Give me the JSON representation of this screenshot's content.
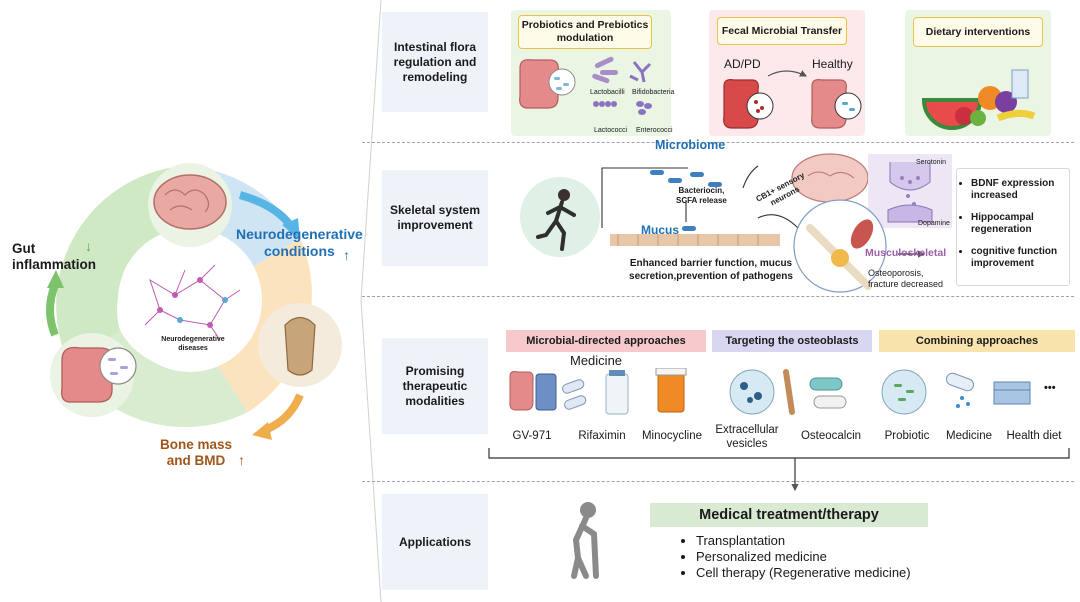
{
  "left_cycle": {
    "gut_inflammation": "Gut\ninflammation",
    "neurodegenerative_conditions": "Neurodegenerative\nconditions",
    "center_label": "Neurodegenerative\ndiseases",
    "bone_mass": "Bone mass\nand BMD"
  },
  "rows": [
    {
      "label": "Intestinal flora regulation and remodeling"
    },
    {
      "label": "Skeletal system improvement"
    },
    {
      "label": "Promising therapeutic modalities"
    },
    {
      "label": "Applications"
    }
  ],
  "row1": {
    "probiotics_title": "Probiotics and Prebiotics modulation",
    "bacteria_labels": [
      "Lactobacilli",
      "Bifidobacteria",
      "Lactococci",
      "Enterococci"
    ],
    "fmt_title": "Fecal Microbial Transfer",
    "ad_pd": "AD/PD",
    "healthy": "Healthy",
    "dietary_title": "Dietary interventions"
  },
  "row2": {
    "microbiome": "Microbiome",
    "bacteriocin": "Bacteriocin,\nSCFA release",
    "cb1": "CB1+ sensory\nneurons",
    "serotonin": "Serotonin",
    "dopamine": "Dopamine",
    "mucus": "Mucus",
    "barrier": "Enhanced barrier function, mucus\nsecretion,prevention of pathogens",
    "musculoskeletal": "Musculoskeletal",
    "osteoporosis": "Osteoporosis,\nfracture decreased",
    "outcomes": [
      "BDNF expression increased",
      "Hippocampal regeneration",
      "cognitive function improvement"
    ]
  },
  "row3": {
    "microbial_header": "Microbial-directed approaches",
    "osteoblast_header": "Targeting the osteoblasts",
    "combining_header": "Combining  approaches",
    "medicine_title": "Medicine",
    "items": [
      "GV-971",
      "Rifaximin",
      "Minocycline",
      "Extracellular\nvesicles",
      "Osteocalcin",
      "Probiotic",
      "Medicine",
      "Health diet"
    ],
    "more": "•••"
  },
  "row4": {
    "title": "Medical treatment/therapy",
    "bullets": [
      "Transplantation",
      "Personalized medicine",
      "Cell therapy (Regenerative medicine)"
    ]
  },
  "colors": {
    "cycle_green": "#cfe9c4",
    "cycle_blue": "#cfe5f4",
    "cycle_orange": "#fbe3bd",
    "microbiome_blue": "#1f6fb4",
    "musculoskeletal_purple": "#9b5fa8",
    "bone_brown": "#a0561a",
    "red_header": "#f6c9cc",
    "purple_header": "#d9d6f2",
    "yellow_header": "#f9e3ad",
    "therapy_green": "#d8ead1"
  }
}
